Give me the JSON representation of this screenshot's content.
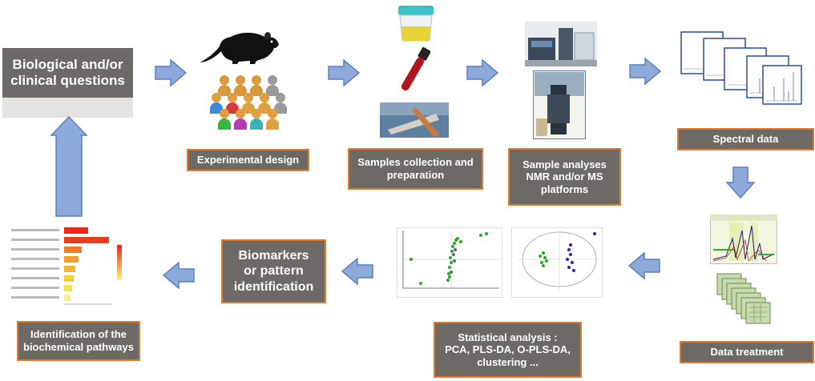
{
  "steps": {
    "questions": {
      "line1": "Biological and/or",
      "line2": "clinical questions"
    },
    "design": {
      "label": "Experimental design"
    },
    "samples": {
      "line1": "Samples collection and",
      "line2": "preparation"
    },
    "analyses": {
      "line1": "Sample analyses",
      "line2": "NMR and/or MS",
      "line3": "platforms"
    },
    "spectral": {
      "label": "Spectral data"
    },
    "treatment": {
      "label": "Data treatment"
    },
    "stats": {
      "line1": "Statistical analysis :",
      "line2": "PCA, PLS-DA, O-PLS-DA,",
      "line3": "clustering ..."
    },
    "biomarkers": {
      "line1": "Biomarkers",
      "line2": "or pattern",
      "line3": "identification"
    },
    "pathways": {
      "line1": "Identification of the",
      "line2": "biochemical pathways"
    }
  },
  "colors": {
    "box_fill": "#6d6a66",
    "box_border": "#e07a2e",
    "arrow_fill": "#8eaadb",
    "arrow_stroke": "#5b7fbf"
  }
}
